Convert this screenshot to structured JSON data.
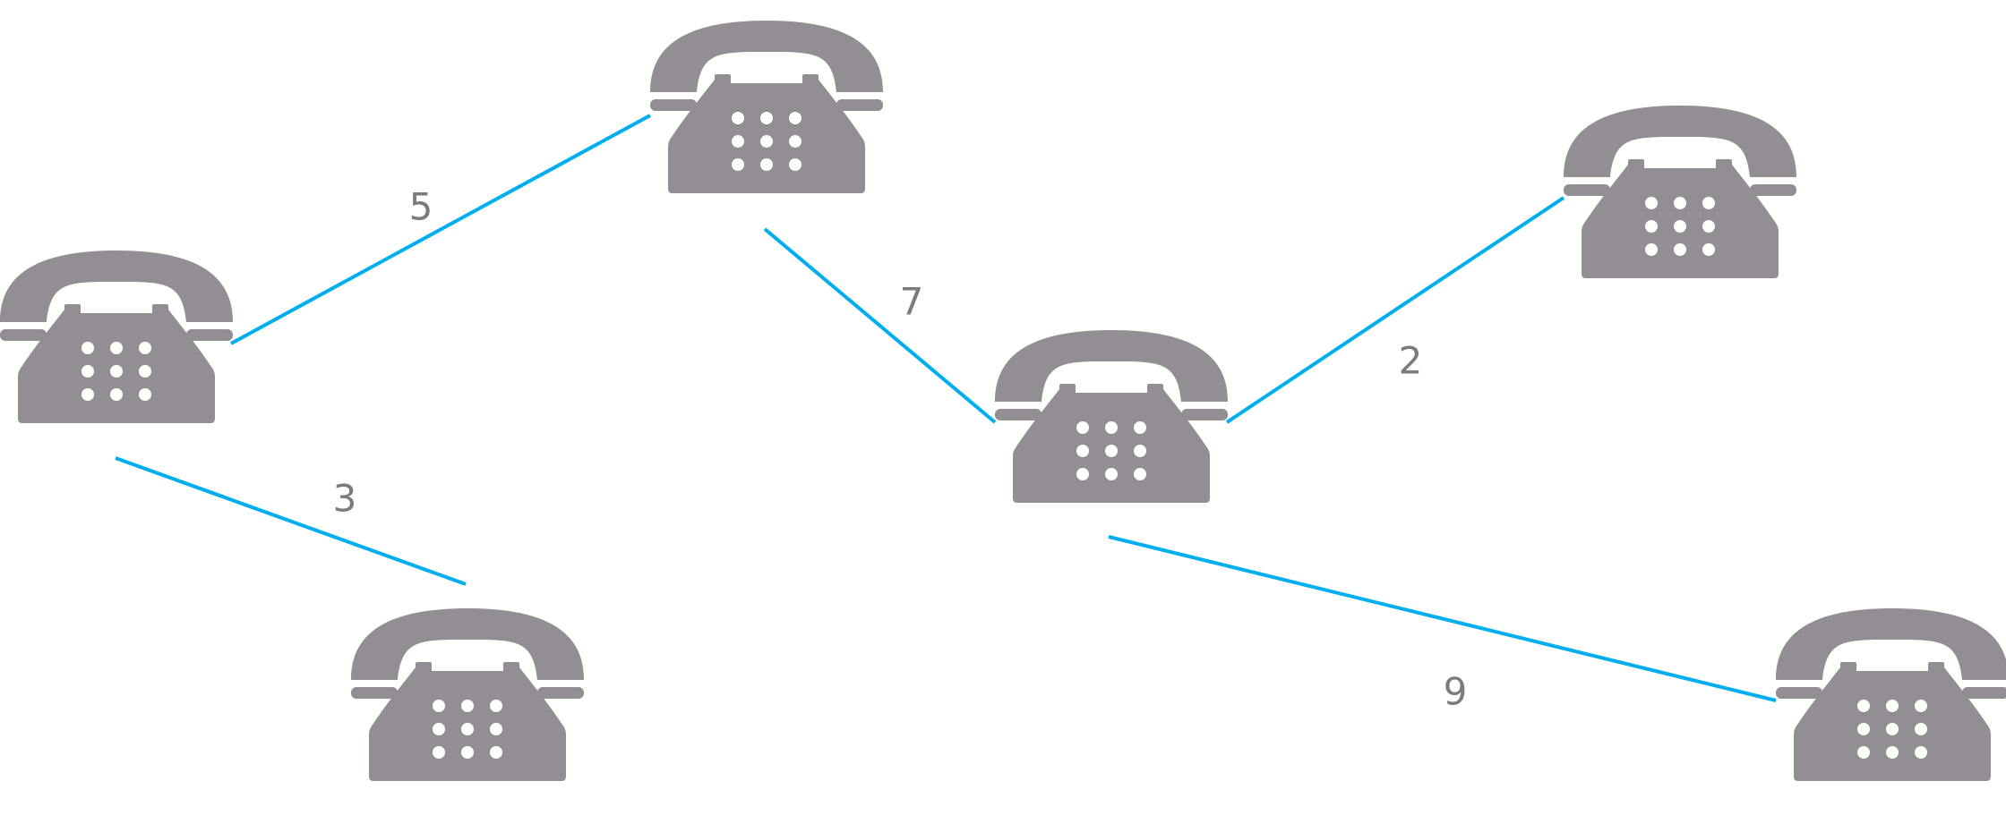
{
  "colors": {
    "phone": "#928E93",
    "phone_detail": "#FFFFFF",
    "edge": "#00AEEF",
    "label": "#7A7A7F"
  },
  "nodes": [
    {
      "id": "phone-a",
      "icon": "telephone-icon"
    },
    {
      "id": "phone-b",
      "icon": "telephone-icon"
    },
    {
      "id": "phone-c",
      "icon": "telephone-icon"
    },
    {
      "id": "phone-d",
      "icon": "telephone-icon"
    },
    {
      "id": "phone-e",
      "icon": "telephone-icon"
    },
    {
      "id": "phone-f",
      "icon": "telephone-icon"
    }
  ],
  "edges": [
    {
      "from": "phone-a",
      "to": "phone-b",
      "weight": "5"
    },
    {
      "from": "phone-a",
      "to": "phone-d",
      "weight": "3"
    },
    {
      "from": "phone-b",
      "to": "phone-c",
      "weight": "7"
    },
    {
      "from": "phone-c",
      "to": "phone-e",
      "weight": "2"
    },
    {
      "from": "phone-c",
      "to": "phone-f",
      "weight": "9"
    }
  ]
}
